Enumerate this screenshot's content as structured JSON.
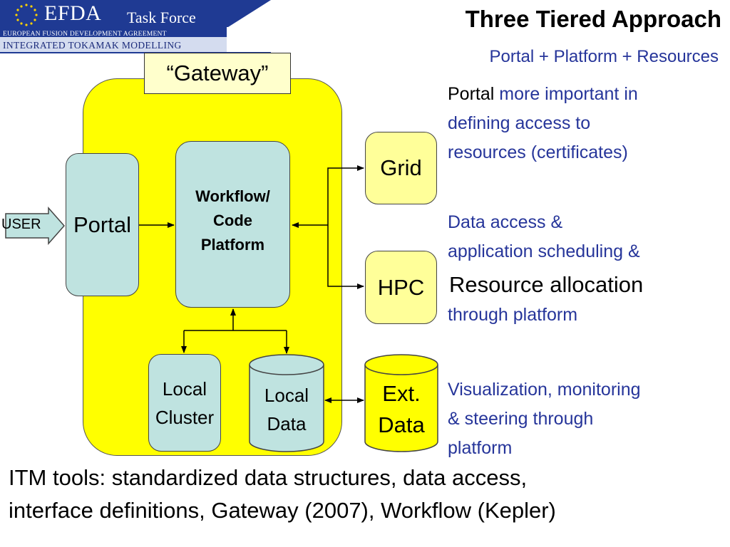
{
  "header": {
    "logo_main": "EFDA",
    "logo_sub": "Task Force",
    "logo_agreement": "EUROPEAN FUSION DEVELOPMENT AGREEMENT",
    "logo_program": "INTEGRATED TOKAMAK MODELLING"
  },
  "title": "Three Tiered Approach",
  "subtitle": "Portal + Platform + Resources",
  "diagram": {
    "gateway": "“Gateway”",
    "user": "USER",
    "portal": "Portal",
    "workflow": "Workflow/\nCode\nPlatform",
    "local_cluster": "Local\nCluster",
    "local_data": "Local\nData",
    "grid": "Grid",
    "hpc": "HPC",
    "ext_data": "Ext.\nData"
  },
  "notes": {
    "portal_word": "Portal",
    "portal_rest_1": " more important in",
    "portal_line_2": "defining access to",
    "portal_line_3": "resources (certificates)",
    "data_line_1": "Data access &",
    "data_line_2": "application scheduling &",
    "resource_allocation": "Resource allocation",
    "through_platform": "through platform",
    "vis_line_1": "Visualization, monitoring",
    "vis_line_2": "& steering through",
    "vis_line_3": "platform"
  },
  "bottom": {
    "line1": "ITM tools: standardized data structures, data access,",
    "line2": "interface definitions, Gateway (2007), Workflow (Kepler)"
  },
  "colors": {
    "gateway_fill": "#ffff00",
    "component_fill": "#bfe3e0",
    "resource_fill": "#ffff99",
    "accent_text": "#26359a",
    "logo_blue": "#1f3a93"
  }
}
